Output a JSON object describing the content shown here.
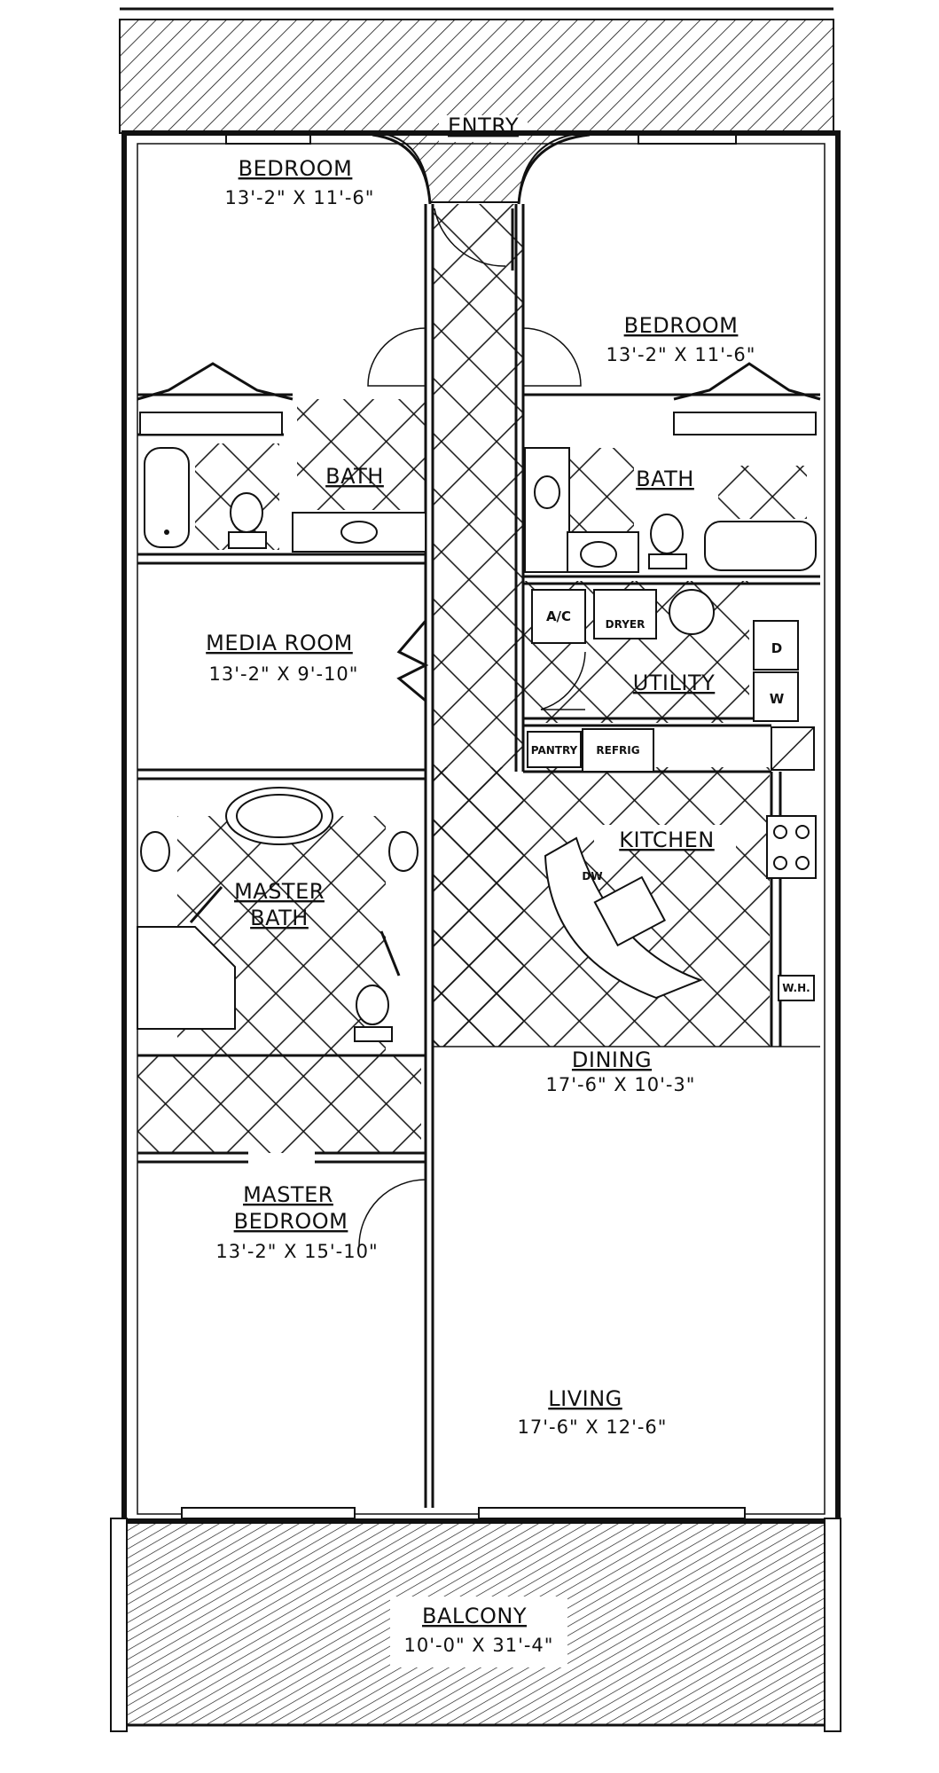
{
  "rooms": {
    "entry": {
      "name": "ENTRY"
    },
    "bedroom_left": {
      "name": "BEDROOM",
      "dims": "13'-2\" X 11'-6\""
    },
    "bedroom_right": {
      "name": "BEDROOM",
      "dims": "13'-2\" X 11'-6\""
    },
    "bath_left": {
      "name": "BATH"
    },
    "bath_right": {
      "name": "BATH"
    },
    "media_room": {
      "name": "MEDIA ROOM",
      "dims": "13'-2\" X 9'-10\""
    },
    "utility": {
      "name": "UTILITY"
    },
    "kitchen": {
      "name": "KITCHEN"
    },
    "master_bath": {
      "name_line1": "MASTER",
      "name_line2": "BATH"
    },
    "dining": {
      "name": "DINING",
      "dims": "17'-6\" X 10'-3\""
    },
    "master_bedroom": {
      "name_line1": "MASTER",
      "name_line2": "BEDROOM",
      "dims": "13'-2\" X 15'-10\""
    },
    "living": {
      "name": "LIVING",
      "dims": "17'-6\" X 12'-6\""
    },
    "balcony": {
      "name": "BALCONY",
      "dims": "10'-0\" X 31'-4\""
    }
  },
  "fixtures": {
    "ac": "A/C",
    "dryer": "DRYER",
    "dryer_unit": "D",
    "washer_unit": "W",
    "pantry": "PANTRY",
    "refrig": "REFRIG",
    "dw": "DW",
    "wh": "W.H."
  }
}
